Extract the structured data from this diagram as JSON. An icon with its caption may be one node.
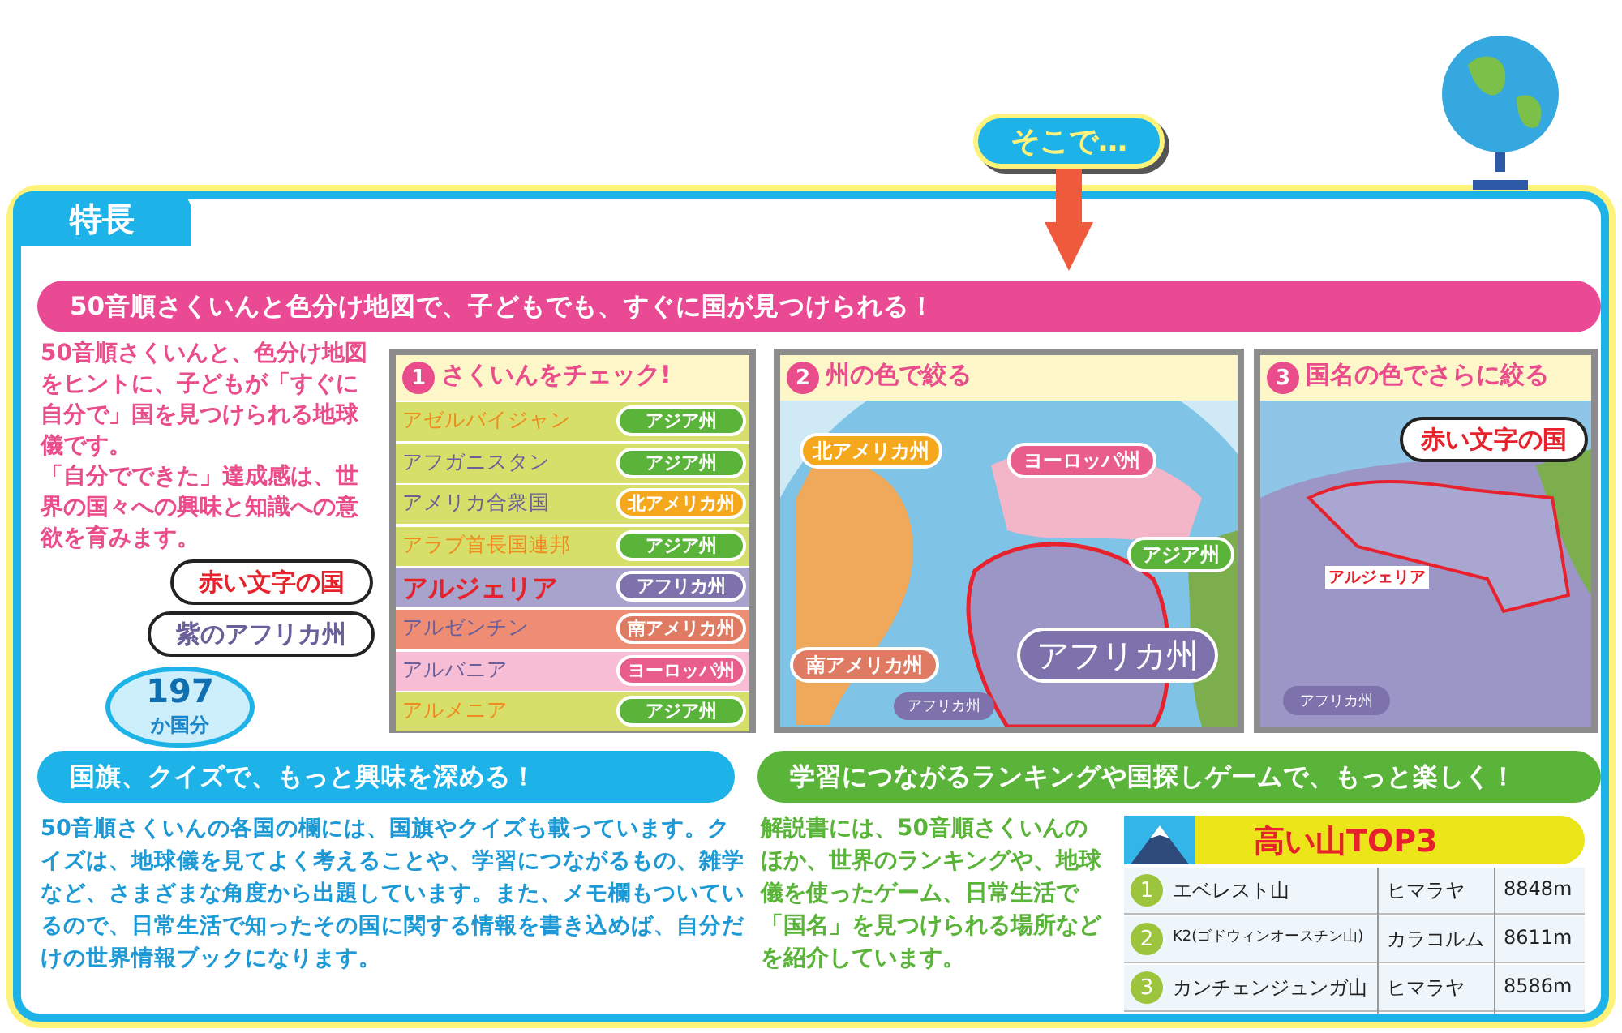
{
  "diagram": {
    "nodes": [
      {
        "text": [
          "そこで…"
        ]
      },
      {
        "text": [
          "特長"
        ]
      },
      {
        "text": [
          "50音順さくいんと色分け地図で、子どもでも、すぐに国が見つけられる！"
        ],
        "in": 1
      },
      {
        "text": [
          "1",
          "さくいんをチェック!"
        ],
        "in": 1
      },
      {
        "text": [
          "赤い文字の国"
        ],
        "in": 1
      },
      {
        "text": [
          "紫のアフリカ州"
        ],
        "in": 1
      },
      {
        "text": [
          "2",
          "州の色で絞る"
        ],
        "in": 1
      },
      {
        "text": [
          "北アメリカ州"
        ],
        "in": 6
      },
      {
        "text": [
          "ヨーロッパ州"
        ],
        "in": 6
      },
      {
        "text": [
          "アジア州"
        ],
        "in": 6
      },
      {
        "text": [
          "南アメリカ州"
        ],
        "in": 6
      },
      {
        "text": [
          "アフリカ州"
        ],
        "in": 6
      },
      {
        "text": [
          "アフリカ州"
        ],
        "in": 6
      },
      {
        "text": [
          "3",
          "国名の色でさらに絞る"
        ],
        "in": 1
      },
      {
        "text": [
          "赤い文字の国"
        ],
        "in": 13
      },
      {
        "text": [
          "アフリカ州"
        ],
        "in": 13
      },
      {
        "text": [
          "197",
          "か国分"
        ],
        "in": 1
      },
      {
        "text": [
          "国旗、クイズで、もっと興味を深める！"
        ],
        "in": 1
      },
      {
        "text": [
          "学習につながるランキングや国探しゲームで、もっと楽しく！"
        ],
        "in": 1
      },
      {
        "text": [
          "高い山TOP3"
        ],
        "in": 1
      }
    ],
    "edges": [
      {
        "from": 0,
        "to": 2,
        "arrow": "to"
      }
    ],
    "labels": [
      "50音順さくいんと、色分け地図をヒントに、子どもが「すぐに自分で」国を見つけられる地球儀です。",
      "「自分でできた」達成感は、世界の国々への興味と知識への意欲を育みます。",
      "アゼルバイジャン",
      "アジア州",
      "アフガニスタン",
      "アジア州",
      "アメリカ合衆国",
      "北アメリカ州",
      "アラブ首長国連邦",
      "アジア州",
      "アルジェリア",
      "アフリカ州",
      "アルゼンチン",
      "南アメリカ州",
      "アルバニア",
      "ヨーロッパ州",
      "アルメニア",
      "アジア州",
      "アルジェリア",
      "50音順さくいんの各国の欄には、国旗やクイズも載っています。クイズは、地球儀を見てよく考えることや、学習につながるもの、雑学など、さまざまな角度から出題しています。また、メモ欄もついているので、日常生活で知ったその国に関する情報を書き込めば、自分だけの世界情報ブックになります。",
      "解説書には、50音順さくいんのほか、世界のランキングや、地球儀を使ったゲーム、日常生活で「国名」を見つけられる場所などを紹介しています。",
      "1",
      "エベレスト山",
      "ヒマラヤ",
      "8848m",
      "2",
      "K2(ゴドウィンオースチン山)",
      "カラコルム",
      "8611m",
      "3",
      "カンチェンジュンガ山",
      "ヒマラヤ",
      "8586m"
    ]
  }
}
